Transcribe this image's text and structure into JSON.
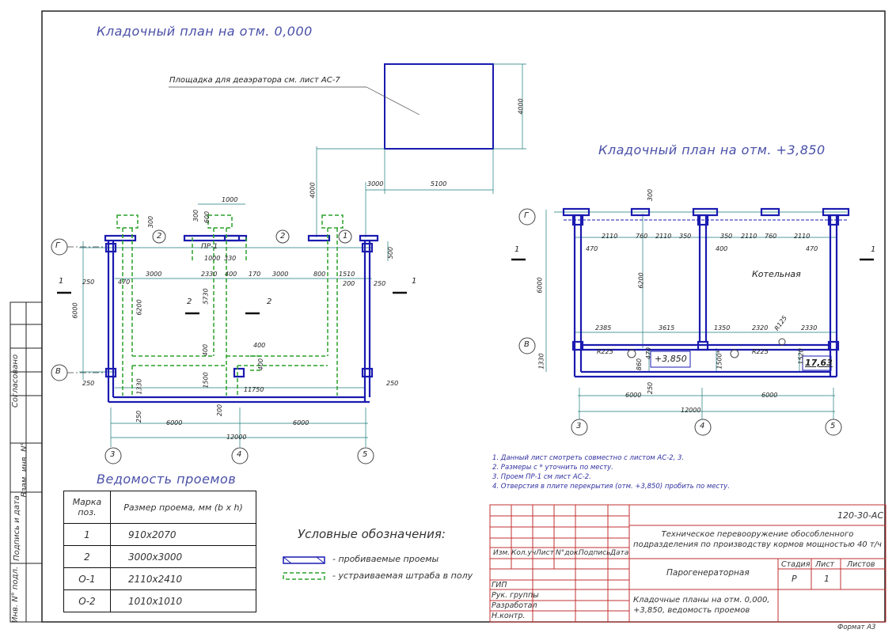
{
  "plan1": {
    "title": "Кладочный план на отм. 0,000",
    "leader_note": "Площадка для деаэратора см. лист АС-7",
    "axes": [
      "Г",
      "В",
      "3",
      "4",
      "5"
    ],
    "circle_marks": [
      "2",
      "2",
      "1"
    ],
    "opening_label": "ПР-1",
    "section_marks": [
      "1",
      "1",
      "2",
      "2"
    ],
    "dims": {
      "d1000": "1000",
      "d300a": "300",
      "d300b": "300",
      "d600": "600",
      "d4000": "4000",
      "d3000a": "3000",
      "d5100": "5100",
      "d4000b": "4000",
      "d500": "500",
      "d1000b": "1000",
      "d330": "330",
      "d250a": "250",
      "d470": "470",
      "d3000b": "3000",
      "d2330": "2330",
      "d400a": "400",
      "d170": "170",
      "d3000c": "3000",
      "d800": "800",
      "d1510": "1510",
      "d200": "200",
      "d250b": "250",
      "d6000v": "6000",
      "d6200": "6200",
      "d5730": "5730",
      "d400b": "400",
      "d400c": "400",
      "d400d": "400",
      "d1330": "1330",
      "d1500": "1500",
      "d11750": "11750",
      "d250c": "250",
      "d250d": "250",
      "d250e": "250",
      "d200b": "200",
      "d6000a": "6000",
      "d6000b": "6000",
      "d12000": "12000"
    }
  },
  "plan2": {
    "title": "Кладочный план на отм. +3,850",
    "axes": [
      "Г",
      "В",
      "3",
      "4",
      "5"
    ],
    "room": "Котельная",
    "section_marks": [
      "1",
      "1"
    ],
    "level1": "+3,850",
    "level2": "17,63",
    "dims": {
      "d300": "300",
      "d2110a": "2110",
      "d760a": "760",
      "d2110b": "2110",
      "d350a": "350",
      "d350b": "350",
      "d2110c": "2110",
      "d760b": "760",
      "d2110d": "2110",
      "d470a": "470",
      "d400": "400",
      "d470b": "470",
      "d6000v": "6000",
      "d6200": "6200",
      "d2385": "2385",
      "d3615": "3615",
      "d1350": "1350",
      "d2320": "2320",
      "d2330": "2330",
      "r125": "R125",
      "r225a": "R225",
      "r225b": "R225",
      "d860": "860",
      "d470c": "470",
      "d1500": "1500*",
      "d1520": "1520",
      "d1330": "1330",
      "d250": "250",
      "d6000a": "6000",
      "d6000b": "6000",
      "d12000": "12000"
    }
  },
  "notes": [
    "1. Данный лист смотреть совместно с листом АС-2, 3.",
    "2. Размеры с * уточнить по месту.",
    "3. Проем ПР-1 см лист АС-2.",
    "4. Отверстия в плите перекрытия (отм. +3,850) пробить по месту."
  ],
  "schedule": {
    "title": "Ведомость проемов",
    "headers": [
      "Марка поз.",
      "Размер проема, мм (b x h)"
    ],
    "rows": [
      {
        "mark": "1",
        "size": "910x2070"
      },
      {
        "mark": "2",
        "size": "3000x3000"
      },
      {
        "mark": "О-1",
        "size": "2110x2410"
      },
      {
        "mark": "О-2",
        "size": "1010x1010"
      }
    ]
  },
  "legend": {
    "title": "Условные обозначения:",
    "item1": "- пробиваемые проемы",
    "item2": "- устраиваемая штраба в полу"
  },
  "stamp": {
    "code": "120-30-АС",
    "project": "Техническое перевооружение обособленного подразделения по производству кормов мощностью 40 т/ч",
    "building": "Парогенераторная",
    "sheet_title": "Кладочные планы на отм. 0,000, +3,850, ведомость проемов",
    "col_headers": [
      "Изм.",
      "Кол.уч",
      "Лист",
      "N°док.",
      "Подпись",
      "Дата"
    ],
    "roles": [
      "ГИП",
      "Рук. группы",
      "Разработал",
      "Н.контр."
    ],
    "stage_label": "Стадия",
    "sheet_label": "Лист",
    "sheets_label": "Листов",
    "stage": "Р",
    "sheet": "1"
  },
  "side_stamp": [
    "Согласовано",
    "Взам. инв. N°",
    "Подпись и дата",
    "Инв. N° подл."
  ],
  "format": "Формат А3"
}
